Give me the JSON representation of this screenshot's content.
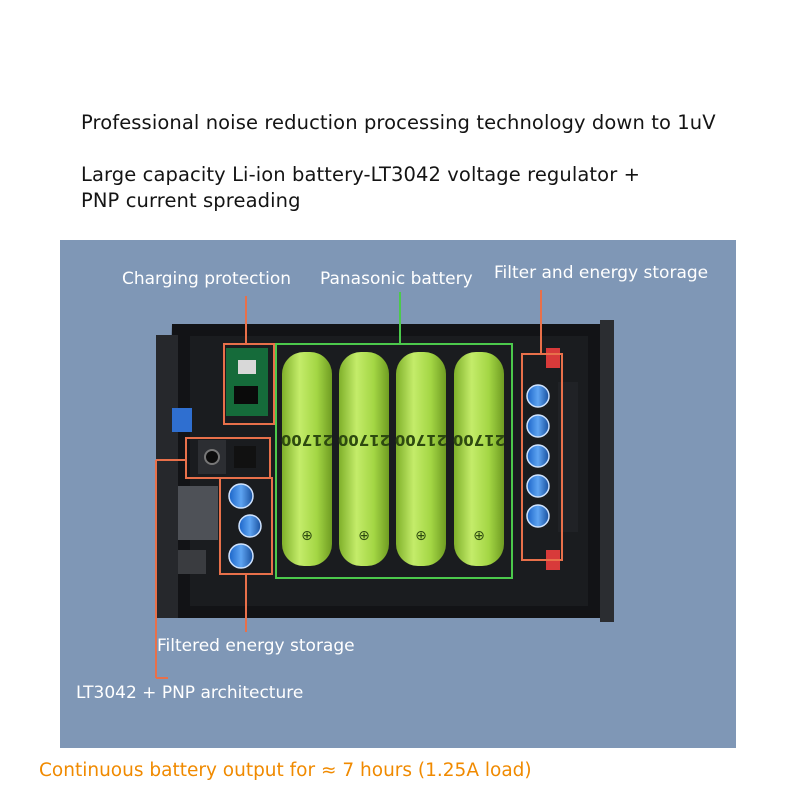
{
  "headline": {
    "line1": "Professional noise reduction processing technology down to 1uV",
    "line2": "Large capacity Li-ion battery-LT3042 voltage regulator +",
    "line3": "PNP current spreading"
  },
  "callouts": {
    "charging_protection": "Charging protection",
    "panasonic_battery": "Panasonic battery",
    "filter_energy_storage": "Filter and energy storage",
    "filtered_energy_storage": "Filtered energy storage",
    "lt3042_pnp": "LT3042 + PNP architecture"
  },
  "battery_label": "21700",
  "footer": "Continuous battery output for ≈ 7 hours (1.25A load)",
  "colors": {
    "panel_background": "#7f97b6",
    "callout_text": "#ffffff",
    "callout_line_orange": "#e8704a",
    "callout_line_green": "#4cc94c",
    "battery_green": "#a8d84a",
    "footer_text": "#f08a00",
    "headline_text": "#141414"
  }
}
